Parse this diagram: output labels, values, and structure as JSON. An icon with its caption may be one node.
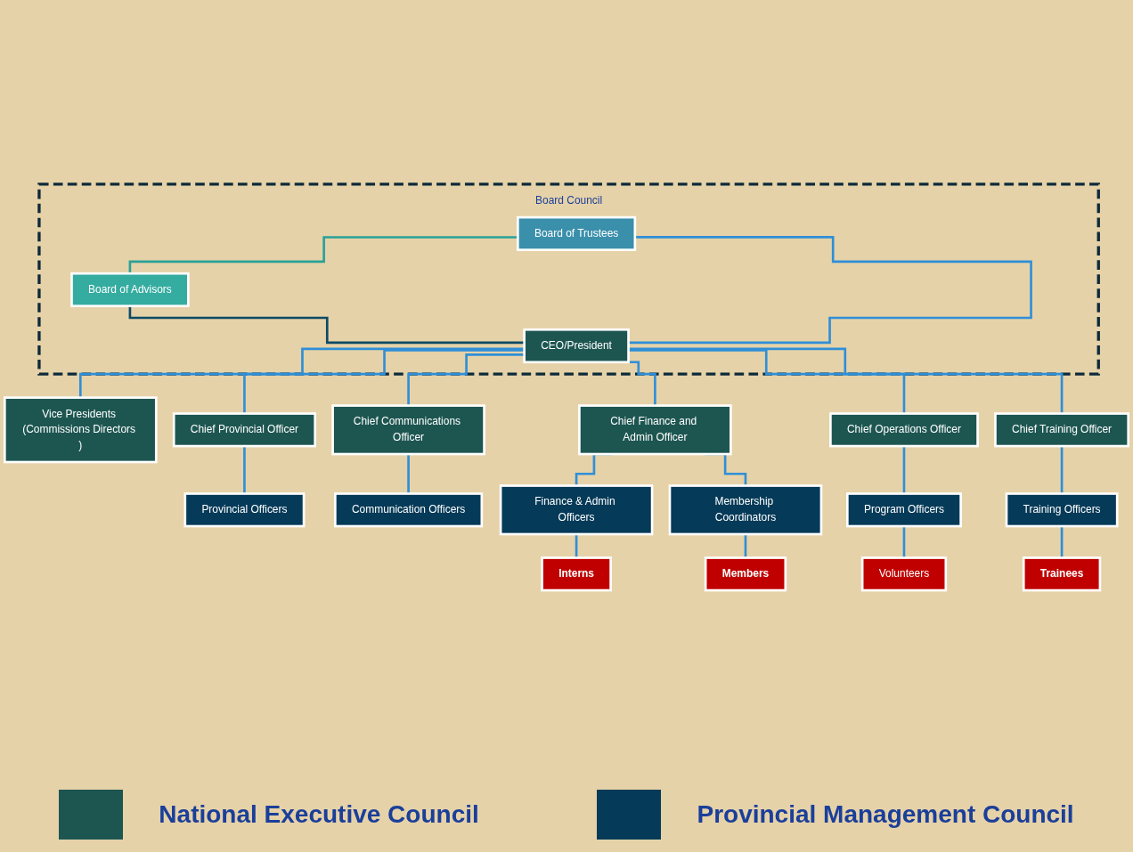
{
  "diagram": {
    "nodes": [
      {
        "text": [
          "Board Council"
        ]
      },
      {
        "text": [
          "Board of Trustees"
        ],
        "in": 0
      },
      {
        "text": [
          "Board of Advisors"
        ],
        "in": 0
      },
      {
        "text": [
          "CEO/President"
        ],
        "in": 0
      },
      {
        "text": [
          "Vice Presidents (Commissions Directors )"
        ]
      },
      {
        "text": [
          "Chief Provincial Officer"
        ]
      },
      {
        "text": [
          "Chief Communications Officer"
        ]
      },
      {
        "text": [
          "Chief Finance and Admin Officer"
        ]
      },
      {
        "text": [
          "Chief Operations Officer"
        ]
      },
      {
        "text": [
          "Chief Training Officer"
        ]
      },
      {
        "text": [
          "Provincial Officers"
        ]
      },
      {
        "text": [
          "Communication Officers"
        ]
      },
      {
        "text": [
          "Finance & Admin Officers"
        ]
      },
      {
        "text": [
          "Membership Coordinators"
        ]
      },
      {
        "text": [
          "Program Officers"
        ]
      },
      {
        "text": [
          "Training Officers"
        ]
      },
      {
        "text": [
          "Interns"
        ]
      },
      {
        "text": [
          "Members"
        ]
      },
      {
        "text": [
          "Volunteers"
        ]
      },
      {
        "text": [
          "Trainees"
        ]
      }
    ],
    "edges": [
      {
        "from": 1,
        "to": 2,
        "arrow": "none",
        "color": "#2aa198"
      },
      {
        "from": 2,
        "to": 3,
        "arrow": "none",
        "color": "#0d4a66"
      },
      {
        "from": 1,
        "to": 3,
        "arrow": "none"
      },
      {
        "from": 3,
        "to": 4,
        "arrow": "none"
      },
      {
        "from": 3,
        "to": 5,
        "arrow": "none"
      },
      {
        "from": 3,
        "to": 6,
        "arrow": "none"
      },
      {
        "from": 3,
        "to": 7,
        "arrow": "none"
      },
      {
        "from": 3,
        "to": 8,
        "arrow": "none"
      },
      {
        "from": 3,
        "to": 9,
        "arrow": "none"
      },
      {
        "from": 5,
        "to": 10,
        "arrow": "none"
      },
      {
        "from": 6,
        "to": 11,
        "arrow": "none"
      },
      {
        "from": 7,
        "to": 12,
        "arrow": "none"
      },
      {
        "from": 7,
        "to": 13,
        "arrow": "none"
      },
      {
        "from": 8,
        "to": 14,
        "arrow": "none"
      },
      {
        "from": 9,
        "to": 15,
        "arrow": "none"
      },
      {
        "from": 12,
        "to": 16,
        "arrow": "none"
      },
      {
        "from": 13,
        "to": 17,
        "arrow": "none"
      },
      {
        "from": 14,
        "to": 18,
        "arrow": "none"
      },
      {
        "from": 15,
        "to": 19,
        "arrow": "none"
      }
    ],
    "legend": [
      {
        "text": "National Executive Council",
        "color": "#1d5651"
      },
      {
        "text": "Provincial Management Council",
        "color": "#053a58"
      }
    ]
  }
}
